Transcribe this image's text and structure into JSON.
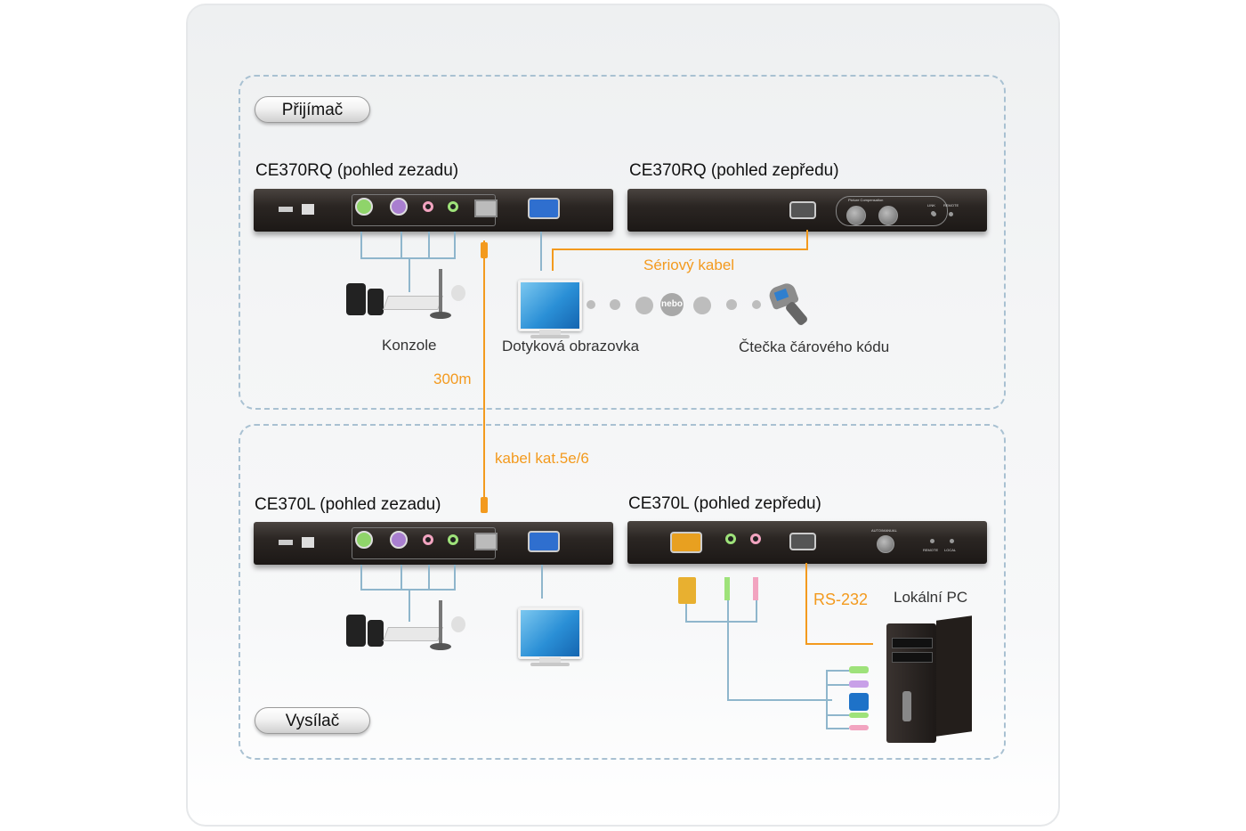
{
  "receiver": {
    "zone_label": "Přijímač",
    "rear_title": "CE370RQ (pohled zezadu)",
    "front_title": "CE370RQ (pohled zepředu)",
    "front_panel_text": "Picture Compensation",
    "front_leds": [
      "LINK",
      "REMOTE"
    ],
    "console_label": "Konzole",
    "touchscreen_label": "Dotyková obrazovka",
    "barcode_label": "Čtečka čárového kódu",
    "or_badge": "nebo",
    "serial_cable_label": "Sériový kabel"
  },
  "link": {
    "distance_label": "300m",
    "cable_label": "kabel kat.5e/6"
  },
  "transmitter": {
    "zone_label": "Vysílač",
    "rear_title": "CE370L (pohled zezadu)",
    "front_title": "CE370L (pohled zepředu)",
    "front_knob_label": "AUTO/MANUAL",
    "front_leds": [
      "REMOTE",
      "LOCAL"
    ],
    "rs232_label": "RS-232",
    "local_pc_label": "Lokální PC"
  },
  "colors": {
    "accent_orange": "#f39a1e",
    "cable_blue": "#8fb6cc",
    "zone_border": "#a9c1d2",
    "device_body": "#2b2623"
  }
}
